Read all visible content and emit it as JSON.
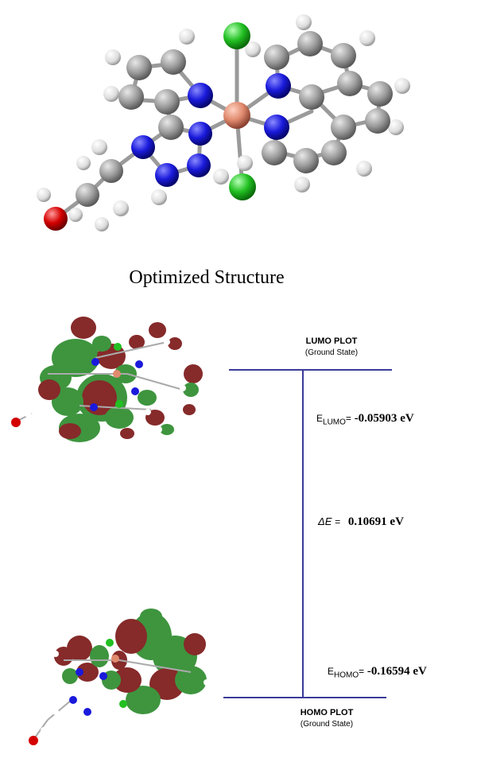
{
  "caption": "Optimized Structure",
  "lumo": {
    "title": "LUMO PLOT",
    "subtitle": "(Ground State)",
    "symbol_base": "E",
    "symbol_sub": "LUMO",
    "equals": "=",
    "value": "-0.05903",
    "unit": "eV"
  },
  "gap": {
    "symbol": "ΔE",
    "equals": "=",
    "value": "0.10691 eV"
  },
  "homo": {
    "title": "HOMO PLOT",
    "subtitle": "(Ground State)",
    "symbol_base": "E",
    "symbol_sub": "HOMO",
    "equals": "=",
    "value": "-0.16594",
    "unit": "eV"
  },
  "colors": {
    "level_line": "#3a3a9a",
    "carbon": "#8c8c8c",
    "nitrogen": "#1a1adc",
    "hydrogen": "#e6e6e6",
    "chlorine": "#22c022",
    "copper": "#e08a6e",
    "oxygen": "#d40000",
    "orbital_positive": "#7a1414",
    "orbital_negative": "#2a8a2a"
  }
}
